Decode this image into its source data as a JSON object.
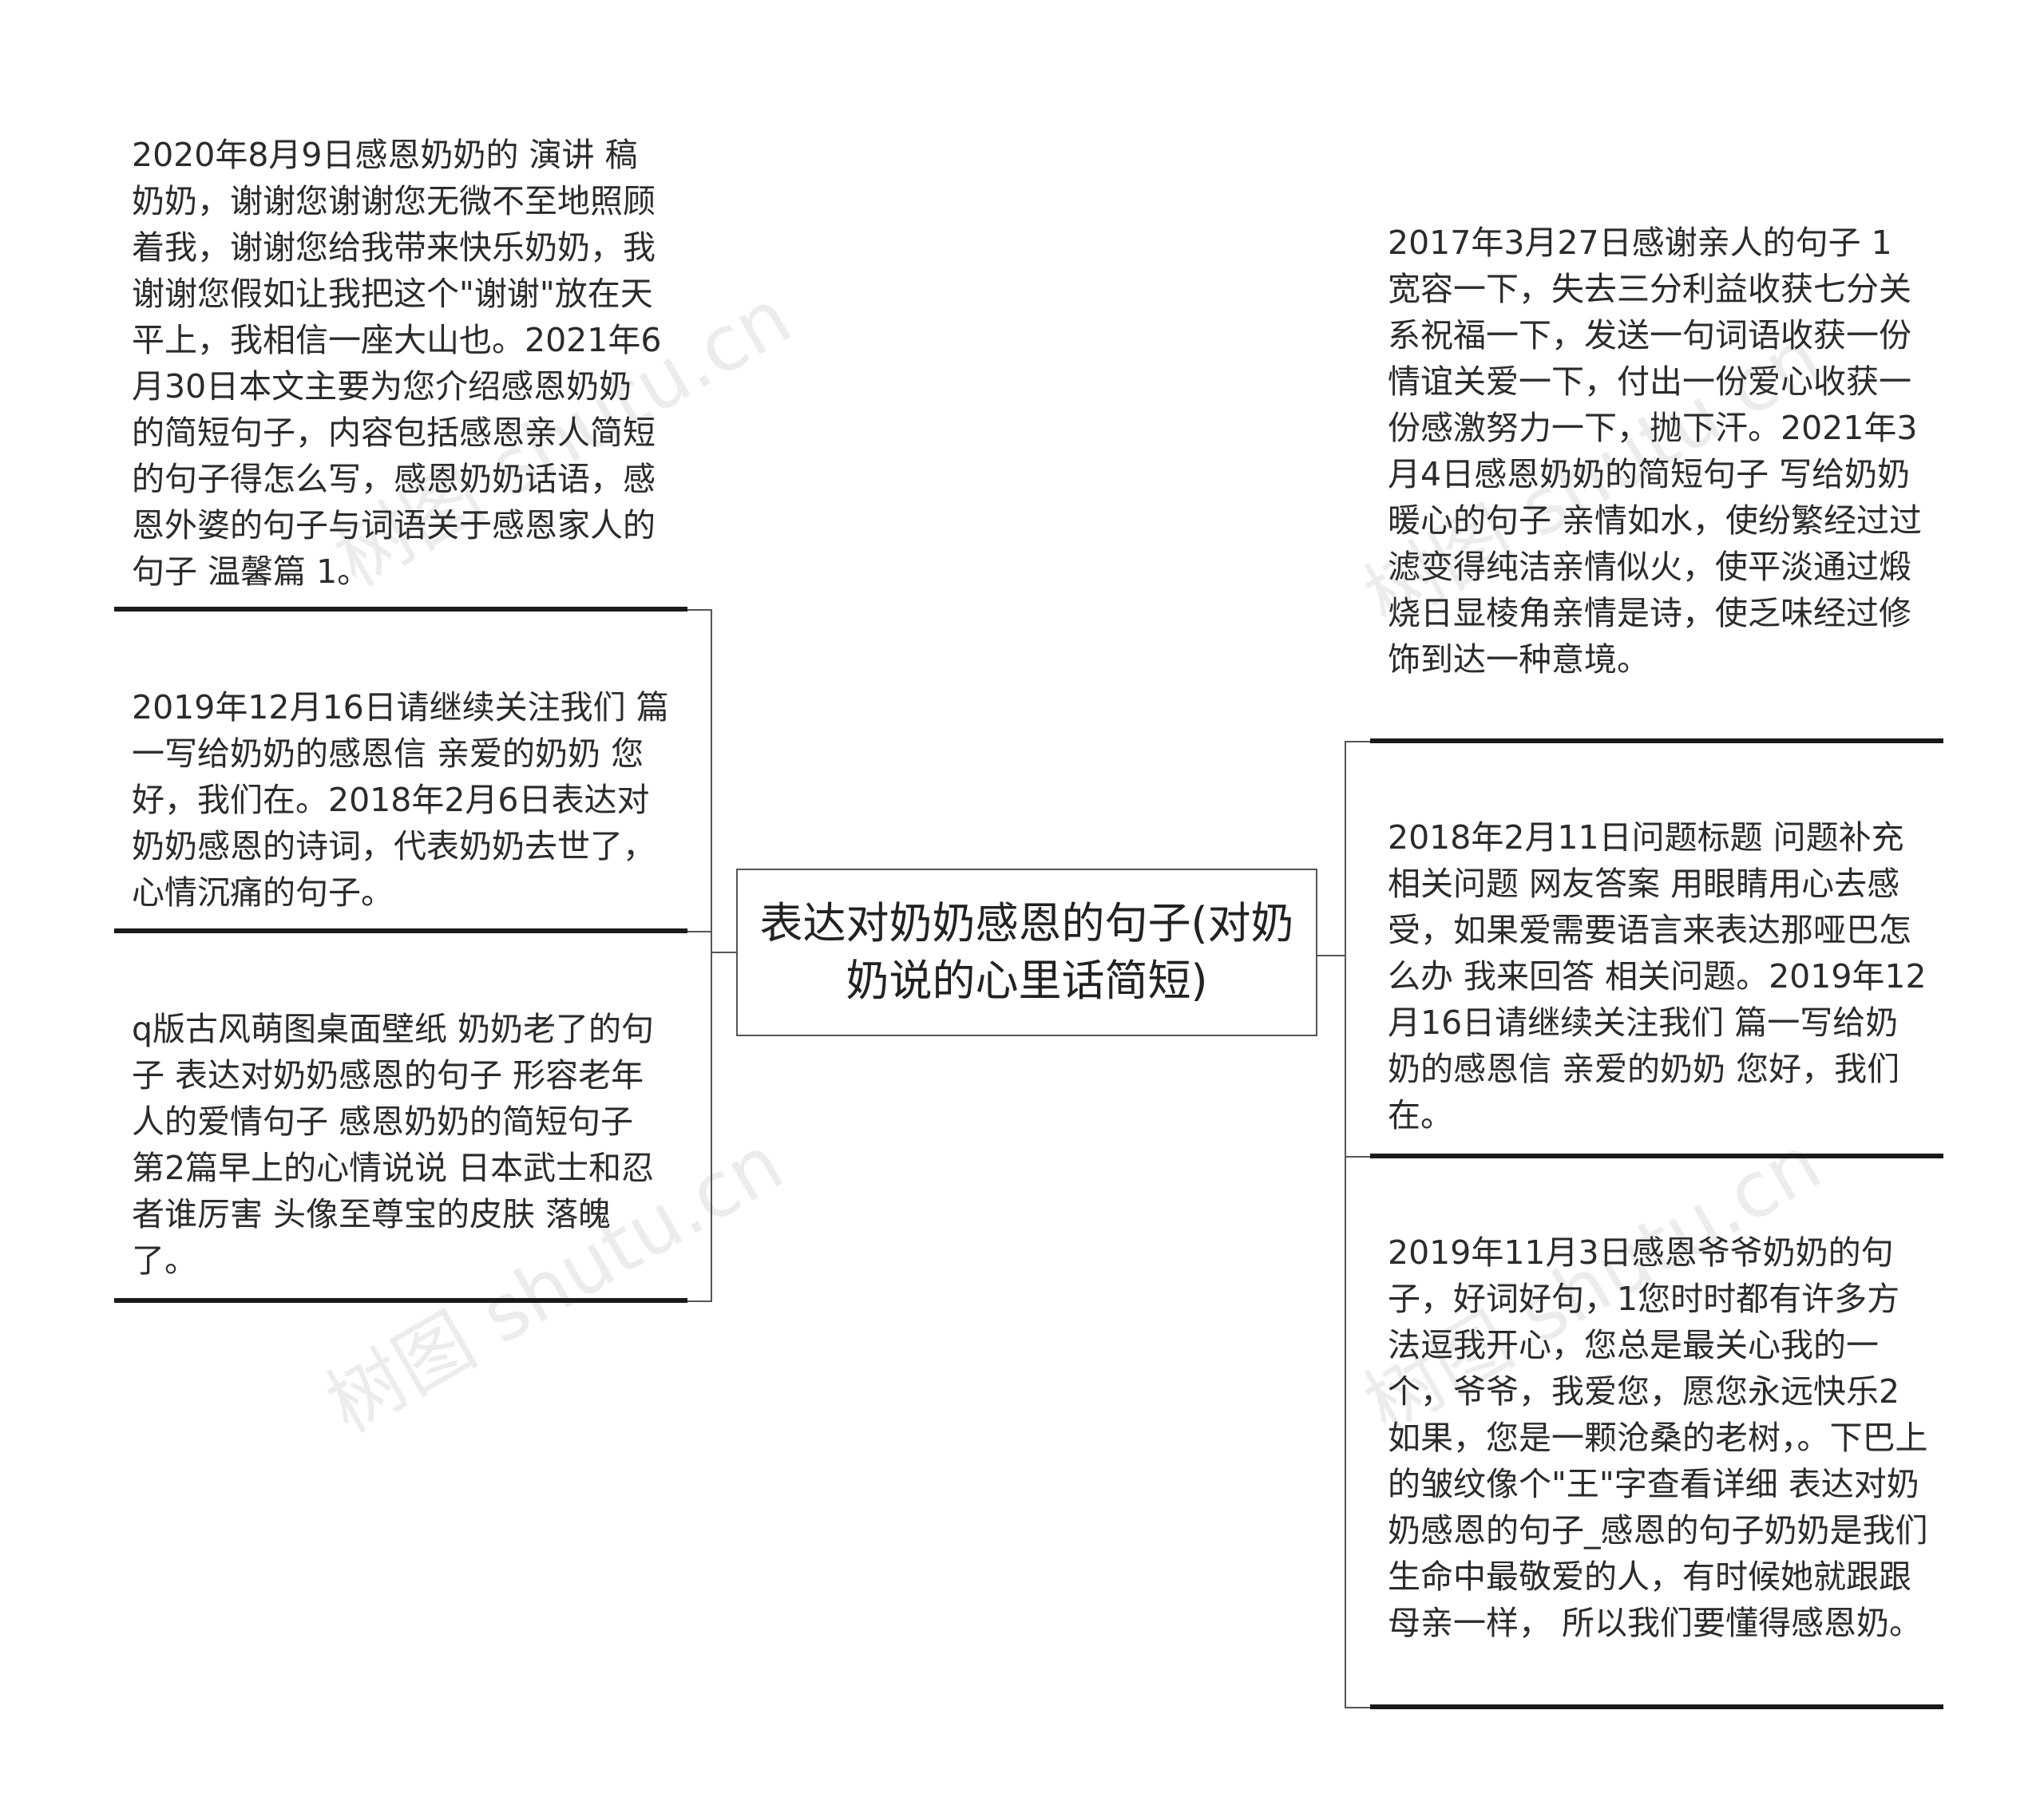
{
  "center": {
    "title": "表达对奶奶感恩的句子(对奶奶说的心里话简短)"
  },
  "left_nodes": [
    {
      "text": "2020年8月9日感恩奶奶的 演讲 稿 奶奶，谢谢您谢谢您无微不至地照顾着我，谢谢您给我带来快乐奶奶，我谢谢您假如让我把这个\"谢谢\"放在天平上，我相信一座大山也。2021年6月30日本文主要为您介绍感恩奶奶的简短句子，内容包括感恩亲人简短的句子得怎么写，感恩奶奶话语，感恩外婆的句子与词语关于感恩家人的句子 温馨篇 1。"
    },
    {
      "text": "2019年12月16日请继续关注我们 篇一写给奶奶的感恩信 亲爱的奶奶 您好，我们在。2018年2月6日表达对奶奶感恩的诗词，代表奶奶去世了，心情沉痛的句子。"
    },
    {
      "text": "q版古风萌图桌面壁纸 奶奶老了的句子 表达对奶奶感恩的句子 形容老年人的爱情句子 感恩奶奶的简短句子 第2篇早上的心情说说 日本武士和忍者谁厉害 头像至尊宝的皮肤 落魄了。"
    }
  ],
  "right_nodes": [
    {
      "text": "2017年3月27日感谢亲人的句子 1 宽容一下，失去三分利益收获七分关系祝福一下，发送一句词语收获一份情谊关爱一下，付出一份爱心收获一份感激努力一下，抛下汗。2021年3月4日感恩奶奶的简短句子 写给奶奶暖心的句子 亲情如水，使纷繁经过过滤变得纯洁亲情似火，使平淡通过煅烧日显棱角亲情是诗，使乏味经过修饰到达一种意境。"
    },
    {
      "text": "2018年2月11日问题标题 问题补充 相关问题 网友答案 用眼睛用心去感受，如果爱需要语言来表达那哑巴怎么办 我来回答 相关问题。2019年12月16日请继续关注我们 篇一写给奶奶的感恩信 亲爱的奶奶 您好，我们在。"
    },
    {
      "text": "2019年11月3日感恩爷爷奶奶的句子，好词好句，1您时时都有许多方法逗我开心，您总是最关心我的一个，爷爷，我爱您，愿您永远快乐2如果，您是一颗沧桑的老树，。下巴上的皱纹像个\"王\"字查看详细 表达对奶奶感恩的句子_感恩的句子奶奶是我们生命中最敬爱的人，有时候她就跟跟母亲一样， 所以我们要懂得感恩奶。"
    }
  ],
  "watermark": {
    "text": "树图 shutu.cn"
  }
}
